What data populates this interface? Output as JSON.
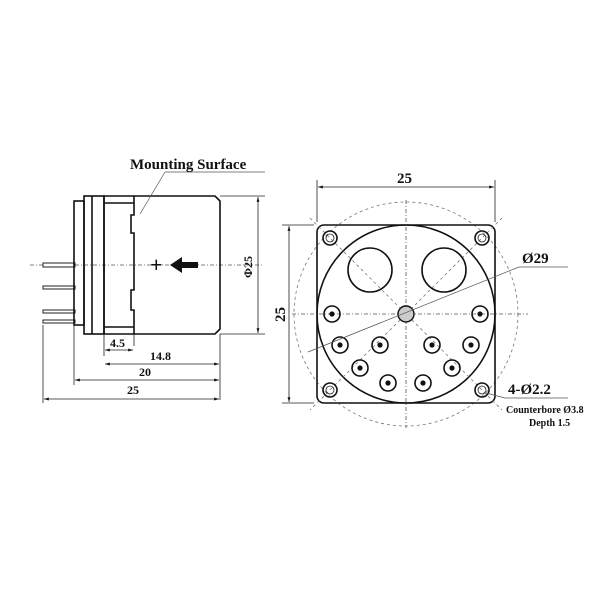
{
  "side_view": {
    "mounting_surface_label": "Mounting Surface",
    "diameter_label": "Φ25",
    "polarity_plus": "+",
    "dimensions": {
      "d_4_5": "4.5",
      "d_14_8": "14.8",
      "d_20": "20",
      "d_25": "25"
    }
  },
  "front_view": {
    "width_label": "25",
    "height_label": "25",
    "bolt_circle_label": "Ø29",
    "mount_holes_label": "4-Ø2.2",
    "counterbore_label": "Counterbore Ø3.8",
    "depth_label": "Depth 1.5"
  },
  "colors": {
    "line": "#111111",
    "background": "#ffffff",
    "centerline": "#555555"
  }
}
